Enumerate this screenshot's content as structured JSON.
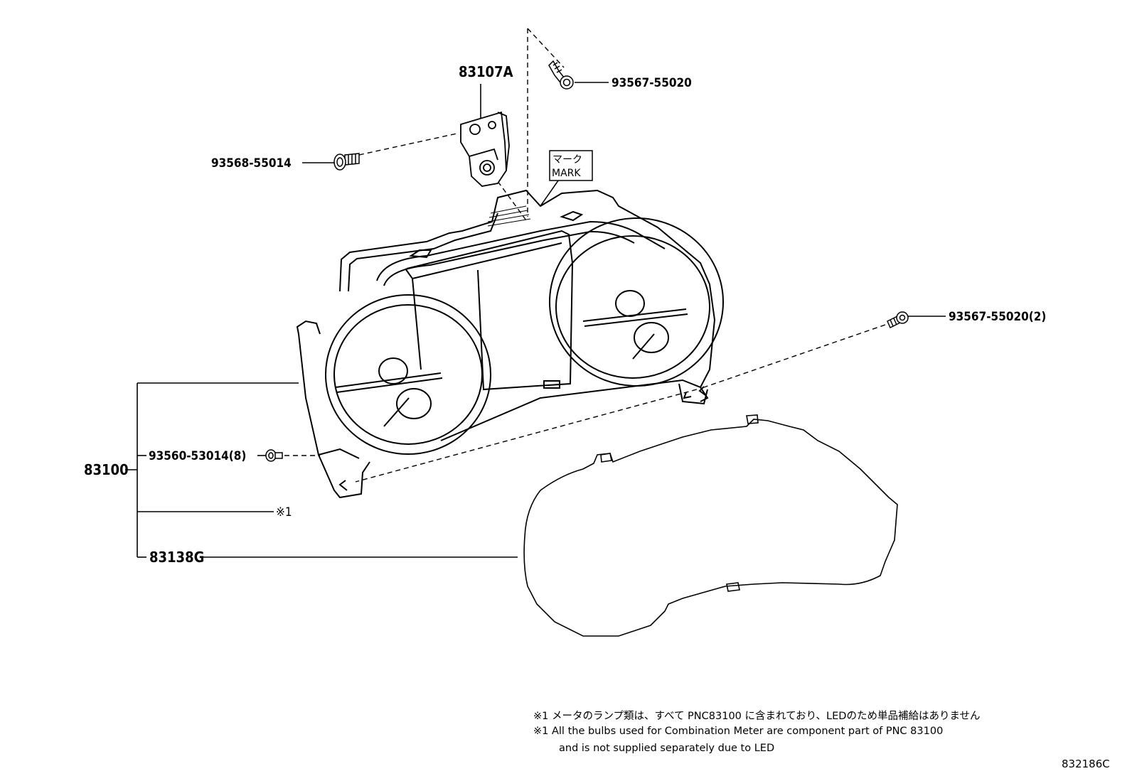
{
  "labels": {
    "bracket": "83107A",
    "screw_top": "93567-55020",
    "screw_left": "93568-55014",
    "screw_right": "93567-55020(2)",
    "screw_bottom": "93560-53014(8)",
    "assembly": "83100",
    "note_ref": "※1",
    "lens": "83138G",
    "mark_jp": "マーク",
    "mark_en": "MARK"
  },
  "notes": {
    "jp": "※1 メータのランプ類は、すべて PNC83100 に含まれており、LEDのため単品補給はありません",
    "en1": "※1 All the bulbs used for Combination Meter are component part of PNC 83100",
    "en2": "and is not supplied separately due to LED"
  },
  "diagram_id": "832186C"
}
